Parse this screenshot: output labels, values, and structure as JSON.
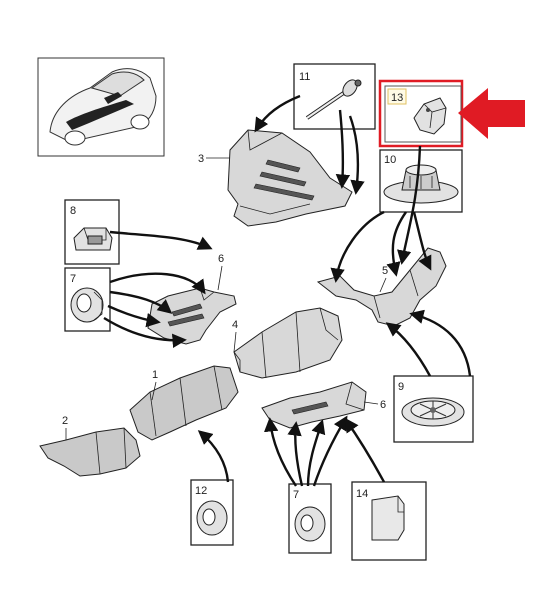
{
  "callouts": {
    "c1": "1",
    "c2": "2",
    "c3": "3",
    "c4": "4",
    "c5": "5",
    "c6a": "6",
    "c6b": "6",
    "c7a": "7",
    "c7b": "7",
    "c8": "8",
    "c9": "9",
    "c10": "10",
    "c11": "11",
    "c12": "12",
    "c13": "13",
    "c14": "14"
  },
  "colors": {
    "highlight": "#e01b24",
    "line": "#222222",
    "part_fill": "#d8d8d8"
  },
  "icons": {
    "overview": "car-overview-icon",
    "pointer": "red-arrow-icon"
  }
}
